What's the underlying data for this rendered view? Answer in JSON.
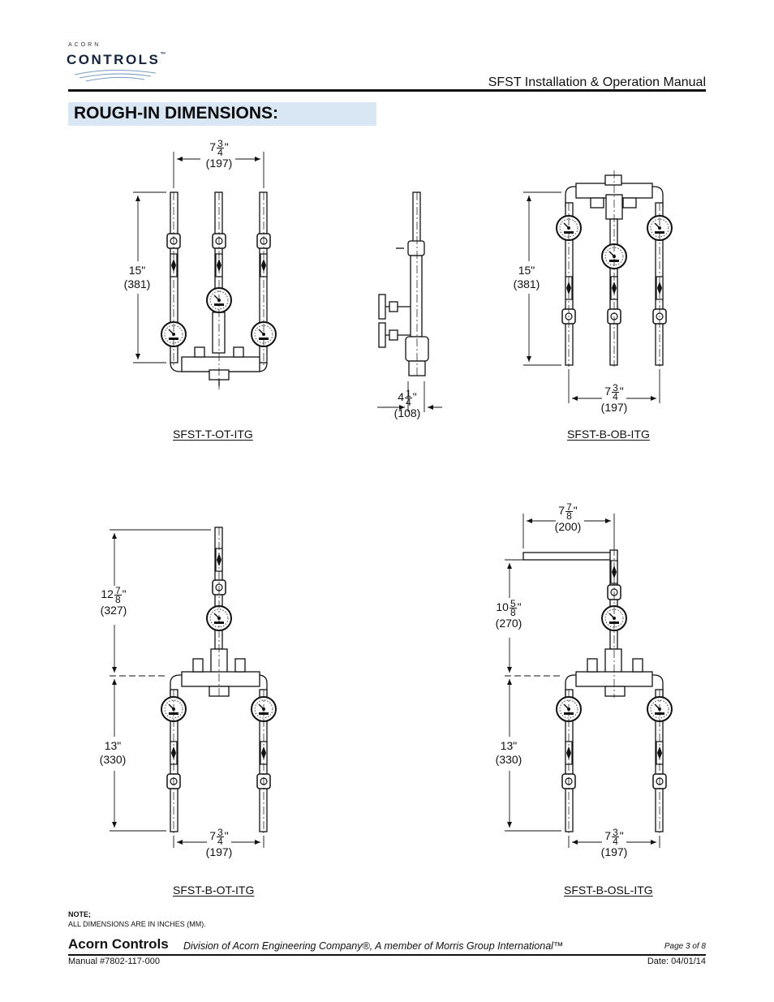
{
  "logo": {
    "small": "ACORN",
    "big": "CONTROLS",
    "tm": "™"
  },
  "header": {
    "manual_title": "SFST Installation & Operation Manual"
  },
  "section": {
    "title": "ROUGH-IN DIMENSIONS:"
  },
  "dims": {
    "a_whole": "7",
    "a_num": "3",
    "a_den": "4",
    "a_unit": "\"",
    "a_mm": "(197)",
    "h15": "15\"",
    "h15_mm": "(381)",
    "b_whole": "4",
    "b_num": "1",
    "b_den": "4",
    "b_unit": "\"",
    "b_mm": "(108)",
    "c_whole": "12",
    "c_num": "7",
    "c_den": "8",
    "c_unit": "\"",
    "c_mm": "(327)",
    "d13": "13\"",
    "d13_mm": "(330)",
    "e_whole": "7",
    "e_num": "7",
    "e_den": "8",
    "e_unit": "\"",
    "e_mm": "(200)",
    "f_whole": "10",
    "f_num": "5",
    "f_den": "8",
    "f_unit": "\"",
    "f_mm": "(270)"
  },
  "captions": {
    "t_ot": "SFST-T-OT-ITG",
    "b_ob": "SFST-B-OB-ITG",
    "b_ot": "SFST-B-OT-ITG",
    "b_osl": "SFST-B-OSL-ITG"
  },
  "note": {
    "label": "NOTE;",
    "text": "ALL DIMENSIONS ARE IN INCHES (MM)."
  },
  "footer": {
    "brand": "Acorn Controls",
    "division": "Division of Acorn Engineering Company®, A member of Morris Group International™",
    "page": "Page 3 of 8",
    "manual": "Manual #7802-117-000",
    "date": "Date: 04/01/14"
  }
}
